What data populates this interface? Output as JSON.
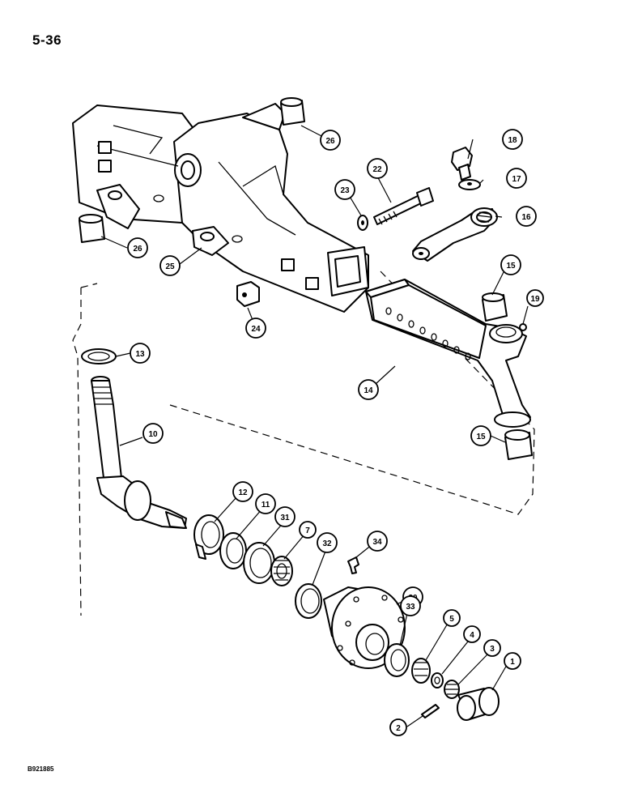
{
  "page": {
    "number": "5-36",
    "figure_code": "B921885"
  },
  "callouts": [
    "1",
    "2",
    "3",
    "4",
    "5",
    "7",
    "10",
    "11",
    "12",
    "13",
    "14",
    "15",
    "15",
    "16",
    "17",
    "18",
    "19",
    "22",
    "23",
    "24",
    "25",
    "26",
    "26",
    "30",
    "31",
    "32",
    "33",
    "34"
  ]
}
